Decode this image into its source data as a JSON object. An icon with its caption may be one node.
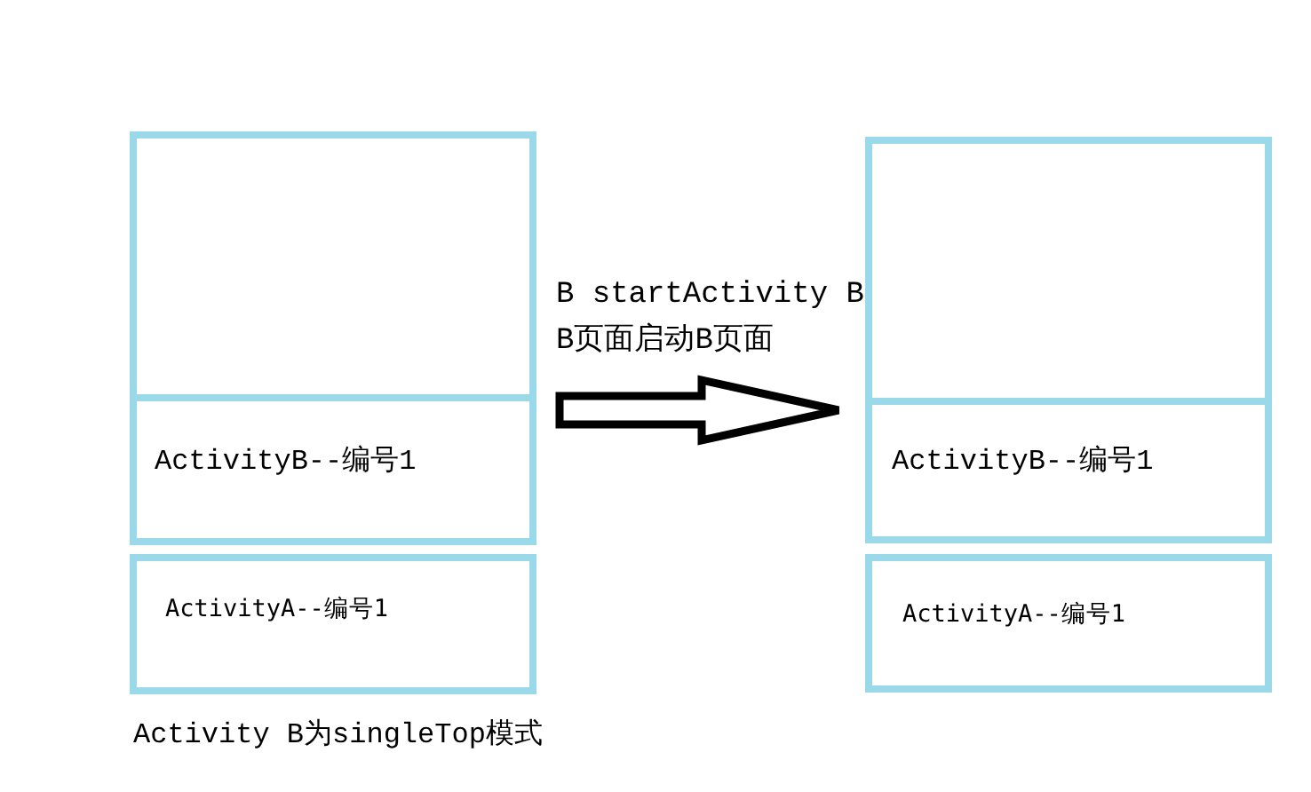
{
  "diagram": {
    "caption": "Activity B为singleTop模式",
    "nodes": [
      {
        "text": [],
        "shape": "box"
      },
      {
        "text": [
          "ActivityB--编号1"
        ]
      },
      {
        "text": [
          "ActivityA--编号1"
        ]
      },
      {
        "text": [],
        "shape": "box"
      },
      {
        "text": [
          "ActivityB--编号1"
        ]
      },
      {
        "text": [
          "ActivityA--编号1"
        ]
      }
    ],
    "edges": [
      {
        "from": 1,
        "to": 4,
        "arrow": "to",
        "label": "B startActivity B B页面启动B页面"
      }
    ]
  }
}
